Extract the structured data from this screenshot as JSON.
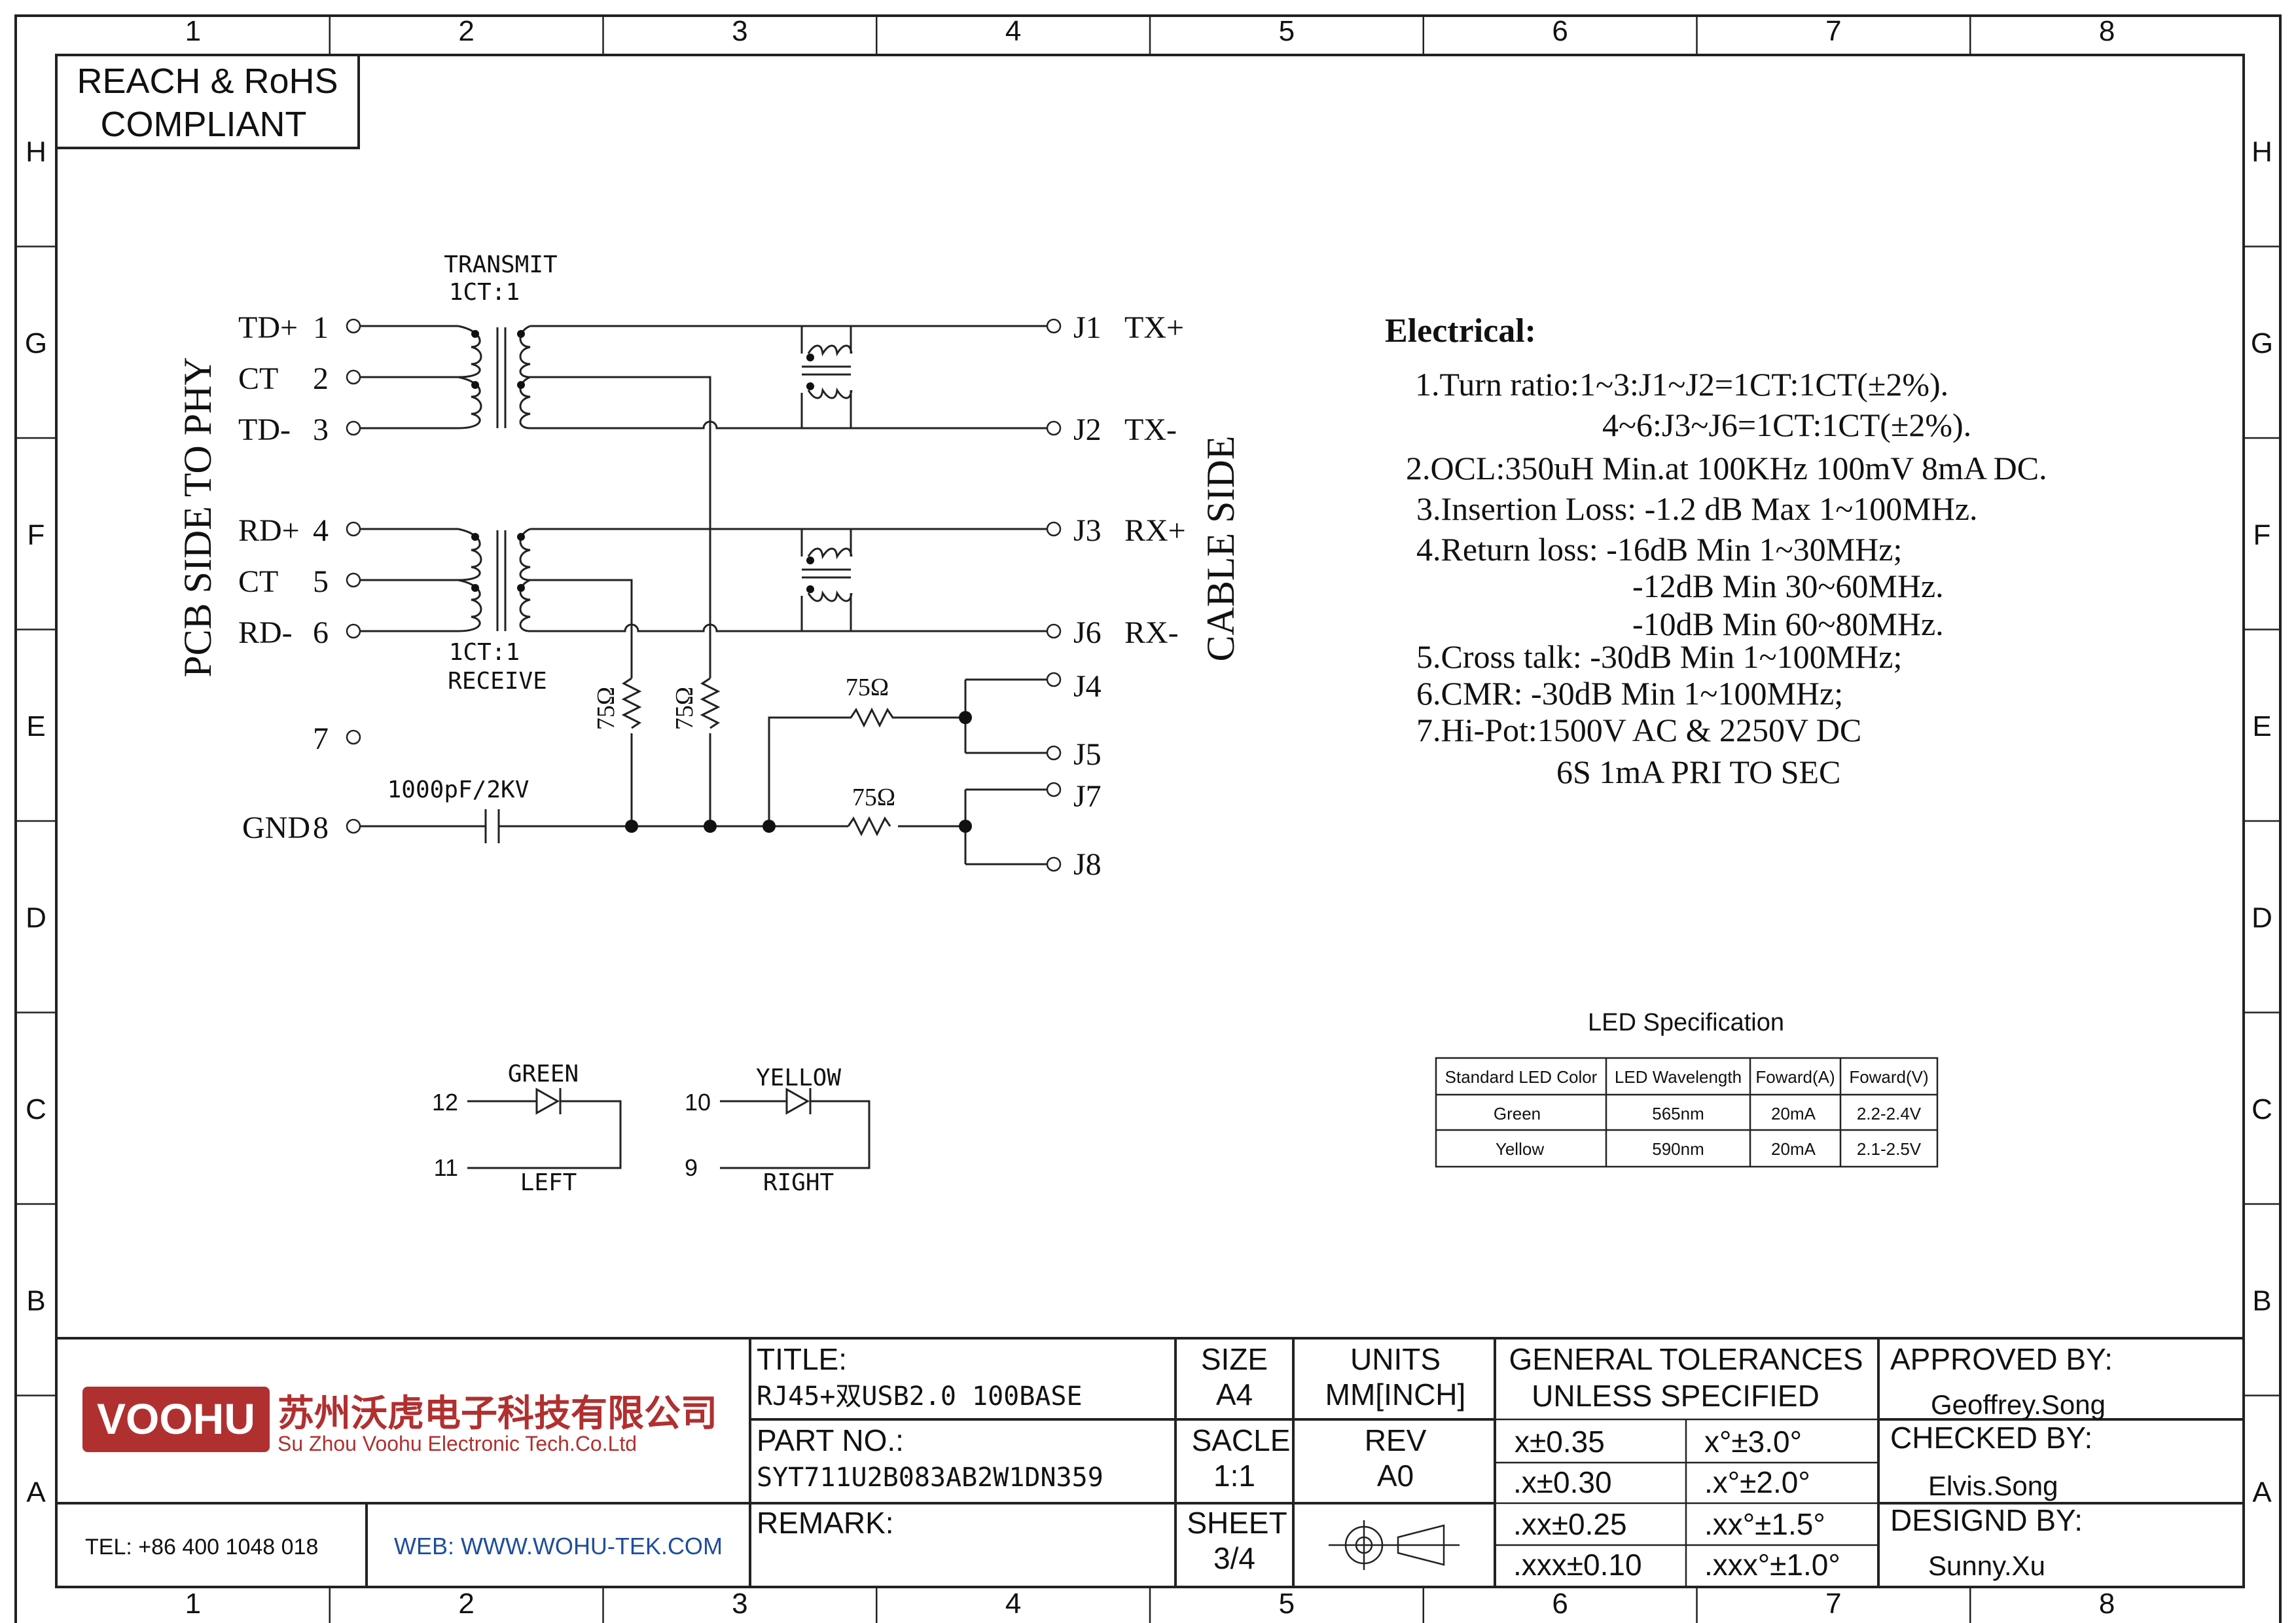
{
  "grid": {
    "columns": [
      "1",
      "2",
      "3",
      "4",
      "5",
      "6",
      "7",
      "8"
    ],
    "rows": [
      "H",
      "G",
      "F",
      "E",
      "D",
      "C",
      "B",
      "A"
    ]
  },
  "compliance": {
    "line1": "REACH & RoHS",
    "line2": "COMPLIANT"
  },
  "schematic": {
    "pcb_side_label": "PCB SIDE TO PHY",
    "cable_side_label": "CABLE SIDE",
    "transmit_label": "TRANSMIT",
    "transmit_ratio": "1CT:1",
    "receive_ratio": "1CT:1",
    "receive_label": "RECEIVE",
    "left_pins": [
      {
        "name": "TD+",
        "num": "1"
      },
      {
        "name": "CT",
        "num": "2"
      },
      {
        "name": "TD-",
        "num": "3"
      },
      {
        "name": "RD+",
        "num": "4"
      },
      {
        "name": "CT",
        "num": "5"
      },
      {
        "name": "RD-",
        "num": "6"
      },
      {
        "name": "",
        "num": "7"
      },
      {
        "name": "GND",
        "num": "8"
      }
    ],
    "right_pins": [
      {
        "name": "J1",
        "sig": "TX+"
      },
      {
        "name": "J2",
        "sig": "TX-"
      },
      {
        "name": "J3",
        "sig": "RX+"
      },
      {
        "name": "J6",
        "sig": "RX-"
      },
      {
        "name": "J4",
        "sig": ""
      },
      {
        "name": "J5",
        "sig": ""
      },
      {
        "name": "J7",
        "sig": ""
      },
      {
        "name": "J8",
        "sig": ""
      }
    ],
    "resistor_label": "75Ω",
    "capacitor_label": "1000pF/2KV"
  },
  "electrical": {
    "heading": "Electrical:",
    "lines": [
      "1.Turn ratio:1~3:J1~J2=1CT:1CT(±2%).",
      "4~6:J3~J6=1CT:1CT(±2%).",
      "2.OCL:350uH Min.at 100KHz 100mV 8mA DC.",
      "3.Insertion Loss: -1.2 dB Max 1~100MHz.",
      "4.Return loss: -16dB Min 1~30MHz;",
      "-12dB Min 30~60MHz.",
      "-10dB Min 60~80MHz.",
      "5.Cross talk: -30dB Min 1~100MHz;",
      "6.CMR: -30dB Min 1~100MHz;",
      "7.Hi-Pot:1500V AC & 2250V DC",
      "6S 1mA PRI TO SEC"
    ]
  },
  "led_spec": {
    "title": "LED Specification",
    "headers": [
      "Standard LED Color",
      "LED Wavelength",
      "Foward(A)",
      "Foward(V)"
    ],
    "rows": [
      [
        "Green",
        "565nm",
        "20mA",
        "2.2-2.4V"
      ],
      [
        "Yellow",
        "590nm",
        "20mA",
        "2.1-2.5V"
      ]
    ]
  },
  "leds": {
    "left": {
      "color": "GREEN",
      "pin_a": "12",
      "pin_b": "11",
      "position": "LEFT"
    },
    "right": {
      "color": "YELLOW",
      "pin_a": "10",
      "pin_b": "9",
      "position": "RIGHT"
    }
  },
  "title_block": {
    "logo_text": "VOOHU",
    "company_cn": "苏州沃虎电子科技有限公司",
    "company_en": "Su Zhou Voohu Electronic Tech.Co.Ltd",
    "tel": "TEL: +86 400 1048 018",
    "web": "WEB: WWW.WOHU-TEK.COM",
    "title_label": "TITLE:",
    "title_value": "RJ45+双USB2.0 100BASE",
    "part_label": "PART NO.:",
    "part_value": "SYT711U2B083AB2W1DN359",
    "remark_label": "REMARK:",
    "size_label": "SIZE",
    "size_value": "A4",
    "units_label": "UNITS",
    "units_value": "MM[INCH]",
    "scale_label": "SACLE",
    "scale_value": "1:1",
    "rev_label": "REV",
    "rev_value": "A0",
    "sheet_label": "SHEET",
    "sheet_value": "3/4",
    "tol_line1": "GENERAL TOLERANCES",
    "tol_line2": "UNLESS SPECIFIED",
    "tolerances": [
      [
        "x±0.35",
        "x°±3.0°"
      ],
      [
        ".x±0.30",
        ".x°±2.0°"
      ],
      [
        ".xx±0.25",
        ".xx°±1.5°"
      ],
      [
        ".xxx±0.10",
        ".xxx°±1.0°"
      ]
    ],
    "approved_label": "APPROVED BY:",
    "approved_value": "Geoffrey.Song",
    "checked_label": "CHECKED BY:",
    "checked_value": "Elvis.Song",
    "designed_label": "DESIGND BY:",
    "designed_value": "Sunny.Xu"
  },
  "colors": {
    "logo_red": "#b03030",
    "web_blue": "#1f4e9a",
    "line": "#222222"
  }
}
